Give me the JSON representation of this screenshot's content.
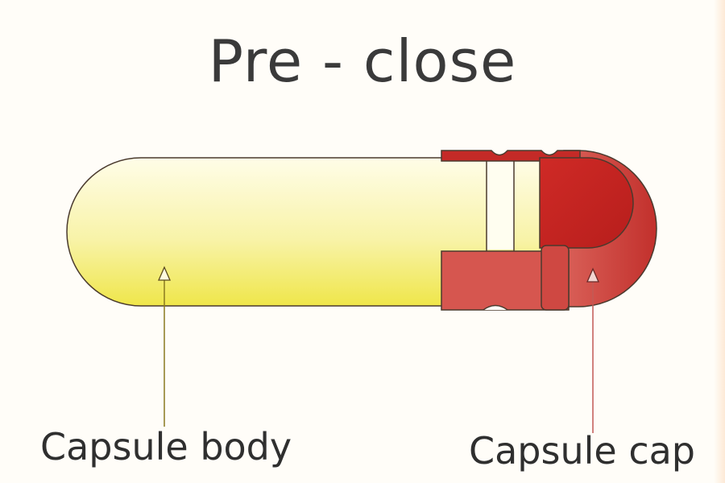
{
  "title": "Pre - close",
  "labels": {
    "body": "Capsule body",
    "cap": "Capsule cap"
  },
  "colors": {
    "body_fill": "#f5ef8e",
    "cap_fill": "#c42a27",
    "cap_light": "#d9605a",
    "outline": "#4a3a2e",
    "text": "#333333"
  }
}
